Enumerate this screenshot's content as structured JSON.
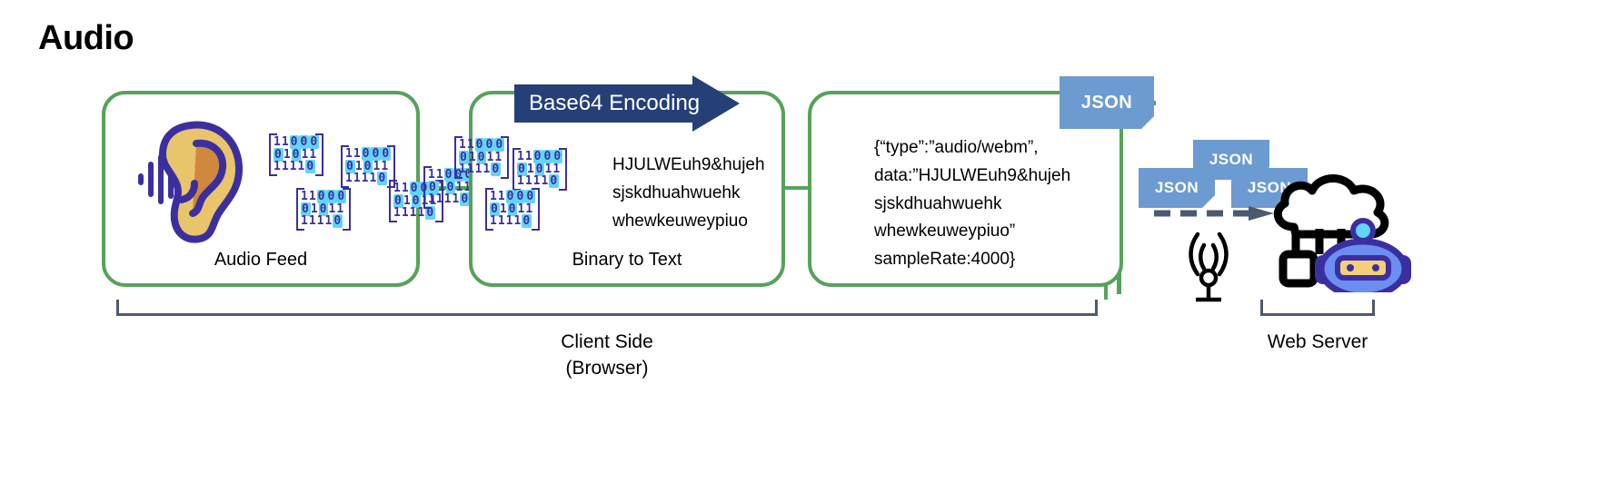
{
  "title": "Audio",
  "colors": {
    "panel_border": "#55a35a",
    "arrow_navy": "#254077",
    "json_blue": "#6c9bd2",
    "bracket_gray": "#4c5a70",
    "binary_purple": "#3b2fa0",
    "binary_fill": "#62d4f5",
    "ear_skin": "#e8c46a",
    "ear_inner": "#d2873f",
    "robot_blue": "#6b8ef0",
    "robot_outline": "#3b2fa0",
    "robot_face": "#f3cf7a"
  },
  "panels": [
    {
      "id": "audio-feed",
      "label": "Audio Feed",
      "icons": [
        "ear-icon",
        "sound-wave-icon"
      ],
      "binary_blocks": [
        "11000\n01011\n11110",
        "11000\n01011\n11110",
        "11000\n01011\n11110",
        "11000\n01011\n11110",
        "11000\n01011\n11110"
      ]
    },
    {
      "id": "binary-to-text",
      "label": "Binary to Text",
      "text": "HJULWEuh9&hujeh\nsjskdhuahwuehk\nwhewkeuweypiuo",
      "binary_blocks": [
        "11000\n01011\n11110",
        "11000\n01011\n11110",
        "11000\n01011\n11110"
      ]
    },
    {
      "id": "json-payload",
      "label": "",
      "text": "{“type”:”audio/webm”,\ndata:”HJULWEuh9&hujeh\nsjskdhuahwuehk\nwhewkeuweypiuo”\nsampleRate:4000}"
    }
  ],
  "arrow": {
    "label": "Base64 Encoding"
  },
  "json_badges": {
    "main": "JSON",
    "cluster": [
      "JSON",
      "JSON",
      "JSON"
    ]
  },
  "brackets": {
    "client": "Client Side\n(Browser)",
    "server": "Web Server"
  }
}
